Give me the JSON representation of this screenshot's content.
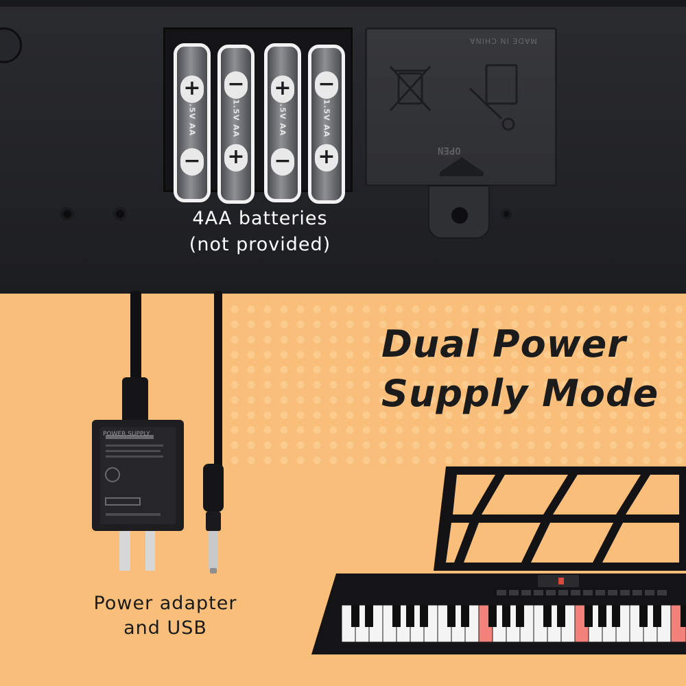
{
  "battery_caption": {
    "line1": "4AA batteries",
    "line2": "(not provided)"
  },
  "battery_markings": [
    "1.5V AA",
    "1.5V AA",
    "1.5V AA",
    "1.5V AA"
  ],
  "battery_polarity": [
    {
      "top": "+",
      "bottom": "−"
    },
    {
      "top": "−",
      "bottom": "+"
    },
    {
      "top": "+",
      "bottom": "−"
    },
    {
      "top": "−",
      "bottom": "+"
    }
  ],
  "cover_text": {
    "made_in": "MADE IN CHINA",
    "open_label": "OPEN"
  },
  "headline": {
    "line1": "Dual Power",
    "line2": "Supply Mode"
  },
  "adapter_caption": {
    "line1": "Power adapter",
    "line2": "and USB"
  },
  "adapter_label": "POWER SUPPLY",
  "colors": {
    "background_top": "#232428",
    "background_bottom": "#f8be7a",
    "key_highlight": "#f2827a"
  },
  "icons": [
    "battery-icon",
    "recycle-bin-crossed-icon",
    "screwdriver-icon",
    "open-arrow-icon",
    "power-adapter-icon",
    "keyboard-icon",
    "music-stand-icon"
  ]
}
